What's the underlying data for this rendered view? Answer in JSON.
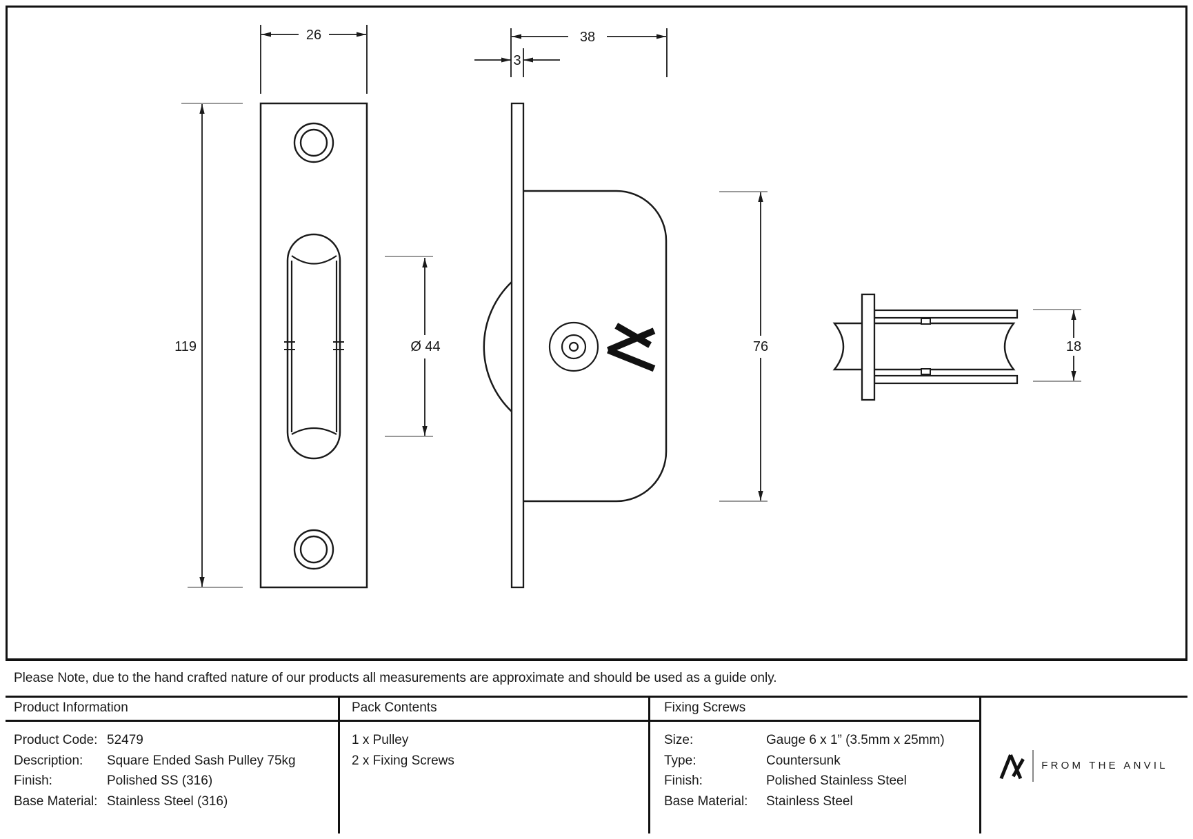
{
  "drawing": {
    "front_view": {
      "width_label": "26",
      "height_label": "119"
    },
    "side_view": {
      "width_label": "38",
      "plate_thickness_label": "3",
      "body_height_label": "76"
    },
    "end_view": {
      "wheel_width_label": "18"
    },
    "wheel": {
      "diameter_label": "Ø 44"
    }
  },
  "note": "Please Note, due to the hand crafted nature of our products all measurements are approximate and should be used as a guide only.",
  "table": {
    "product_information": {
      "title": "Product Information",
      "rows": [
        {
          "label": "Product Code:",
          "value": "52479"
        },
        {
          "label": "Description:",
          "value": "Square Ended Sash Pulley 75kg"
        },
        {
          "label": "Finish:",
          "value": "Polished SS (316)"
        },
        {
          "label": "Base Material:",
          "value": "Stainless Steel (316)"
        }
      ]
    },
    "pack_contents": {
      "title": "Pack Contents",
      "items": [
        "1 x Pulley",
        "2 x Fixing Screws"
      ]
    },
    "fixing_screws": {
      "title": "Fixing Screws",
      "rows": [
        {
          "label": "Size:",
          "value": "Gauge 6 x 1” (3.5mm x 25mm)"
        },
        {
          "label": "Type:",
          "value": "Countersunk"
        },
        {
          "label": "Finish:",
          "value": "Polished Stainless Steel"
        },
        {
          "label": "Base Material:",
          "value": "Stainless Steel"
        }
      ]
    },
    "brand": {
      "wordmark": "FROM THE ANVIL"
    }
  },
  "colors": {
    "line": "#1a1a1a",
    "extension": "#999999",
    "border": "#111111"
  }
}
